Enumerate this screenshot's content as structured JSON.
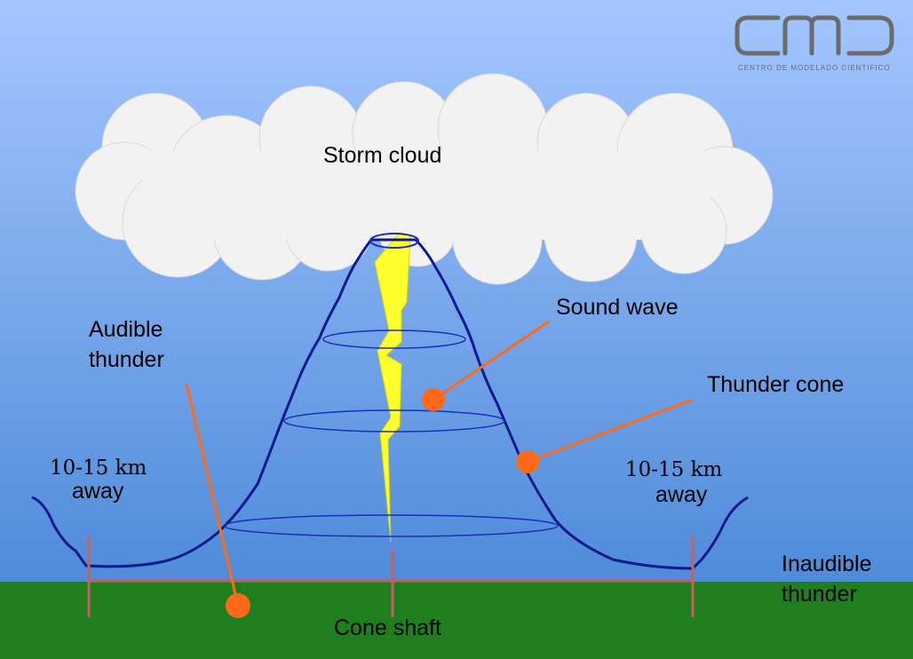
{
  "labels": {
    "storm_cloud": "Storm cloud",
    "sound_wave": "Sound wave",
    "audible_line1": "Audible",
    "audible_line2": "thunder",
    "thunder_cone": "Thunder cone",
    "distance_left_value": "10-15 km",
    "distance_left_word": "away",
    "distance_right_value": "10-15 km",
    "distance_right_word": "away",
    "inaudible_line1": "Inaudible",
    "inaudible_line2": "thunder",
    "cone_shaft": "Cone shaft"
  },
  "logo": {
    "letters": "CMD",
    "subtitle": "CENTRO DE MODELADO CIENTIFICO"
  },
  "colors": {
    "sky_top": "#a4c6ff",
    "sky_bottom": "#4f8bd9",
    "ground": "#1f7f1f",
    "cloud": "#f2f2f2",
    "cone_outline": "#0b1a8c",
    "lightning": "#ffff2e",
    "marker": "#ff6a1a",
    "pointer_line": "#ff6a1a",
    "shaft_line": "#c86060",
    "logo": "#6b6b6b"
  }
}
